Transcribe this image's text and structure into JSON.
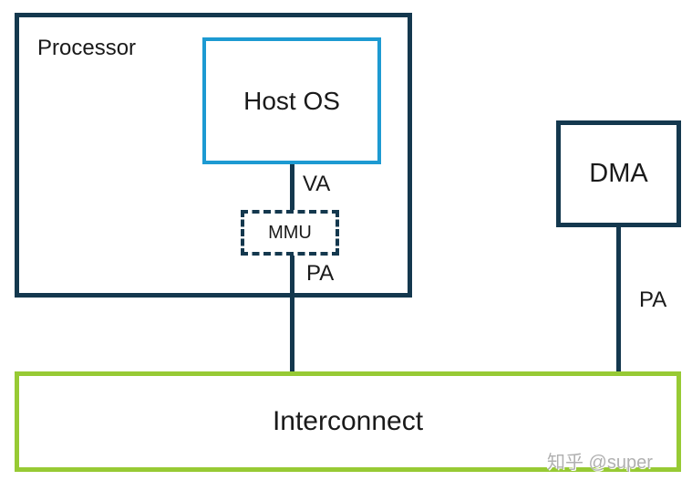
{
  "diagram": {
    "processor": {
      "label": "Processor"
    },
    "host_os": {
      "label": "Host OS"
    },
    "mmu": {
      "label": "MMU"
    },
    "dma": {
      "label": "DMA"
    },
    "interconnect": {
      "label": "Interconnect"
    },
    "address_labels": {
      "va": "VA",
      "pa_processor": "PA",
      "pa_dma": "PA"
    },
    "colors": {
      "outline_navy": "#14384e",
      "outline_cyan": "#1d9ad2",
      "outline_green": "#97ca34",
      "text": "#1a1a1a",
      "watermark": "#b0b0b0"
    }
  },
  "watermark": {
    "text": "知乎 @super"
  }
}
